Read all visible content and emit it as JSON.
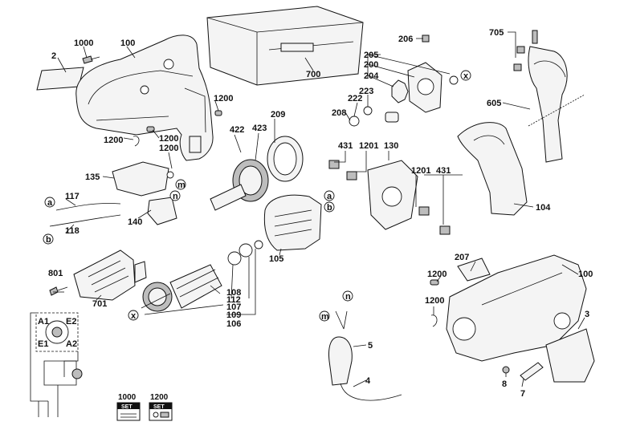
{
  "part_numbers": [
    "2",
    "1000",
    "100",
    "700",
    "206",
    "705",
    "205",
    "200",
    "204",
    "223",
    "222",
    "208",
    "1200",
    "1200",
    "209",
    "422",
    "423",
    "1200",
    "1200",
    "431",
    "1201",
    "130",
    "1201",
    "431",
    "135",
    "117",
    "118",
    "140",
    "801",
    "701",
    "108",
    "112",
    "107",
    "109",
    "106",
    "105",
    "207",
    "100",
    "1200",
    "1200",
    "3",
    "8",
    "7",
    "5",
    "4",
    "605",
    "104"
  ],
  "connection_letters": [
    "a",
    "b",
    "a",
    "b",
    "x",
    "x",
    "m",
    "n",
    "m",
    "n"
  ],
  "wiring_terminals": [
    "A1",
    "E2",
    "E1",
    "A2"
  ],
  "set_labels": [
    "1000",
    "1200"
  ],
  "set_badge_text": [
    "SET",
    "SET"
  ]
}
